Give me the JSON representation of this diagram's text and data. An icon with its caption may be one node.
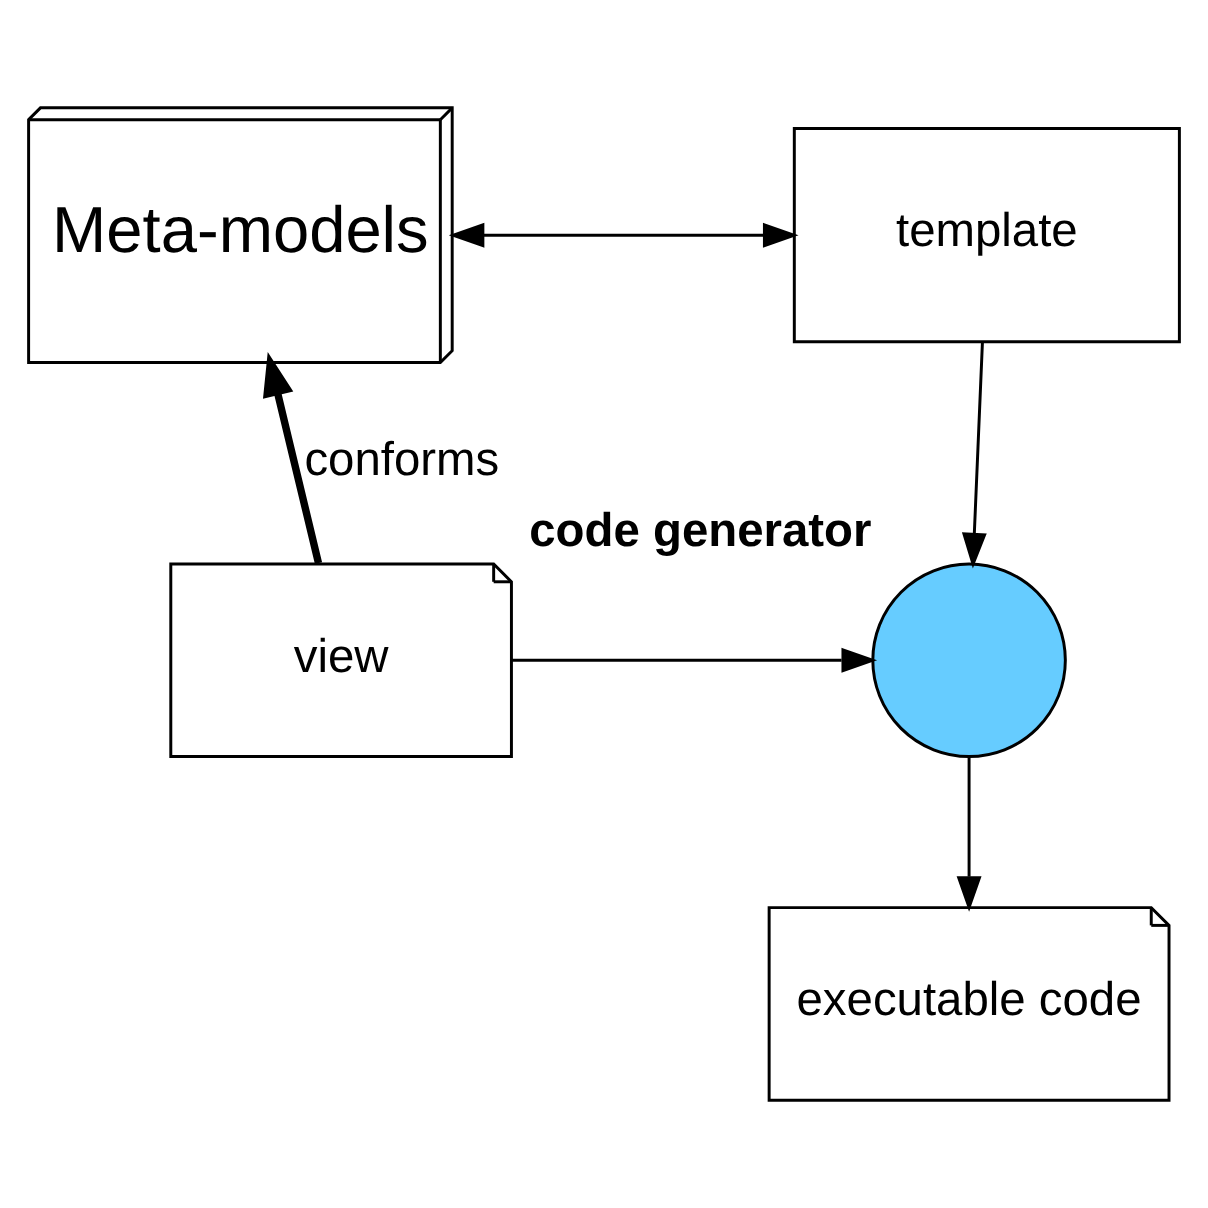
{
  "diagram": {
    "nodes": [
      {
        "text": [
          "Meta-models"
        ]
      },
      {
        "text": [
          "template"
        ]
      },
      {
        "text": [
          "view"
        ]
      },
      {
        "text": [],
        "shape": "circle",
        "beside": [
          "code generator"
        ]
      },
      {
        "text": [
          "executable code"
        ]
      }
    ],
    "edges": [
      {
        "from": 0,
        "to": 1,
        "arrow": "both"
      },
      {
        "from": 2,
        "to": 0,
        "arrow": "to",
        "label": "conforms",
        "style": "thick"
      },
      {
        "from": 1,
        "to": 3,
        "arrow": "to"
      },
      {
        "from": 2,
        "to": 3,
        "arrow": "to"
      },
      {
        "from": 3,
        "to": 4,
        "arrow": "to"
      }
    ]
  }
}
